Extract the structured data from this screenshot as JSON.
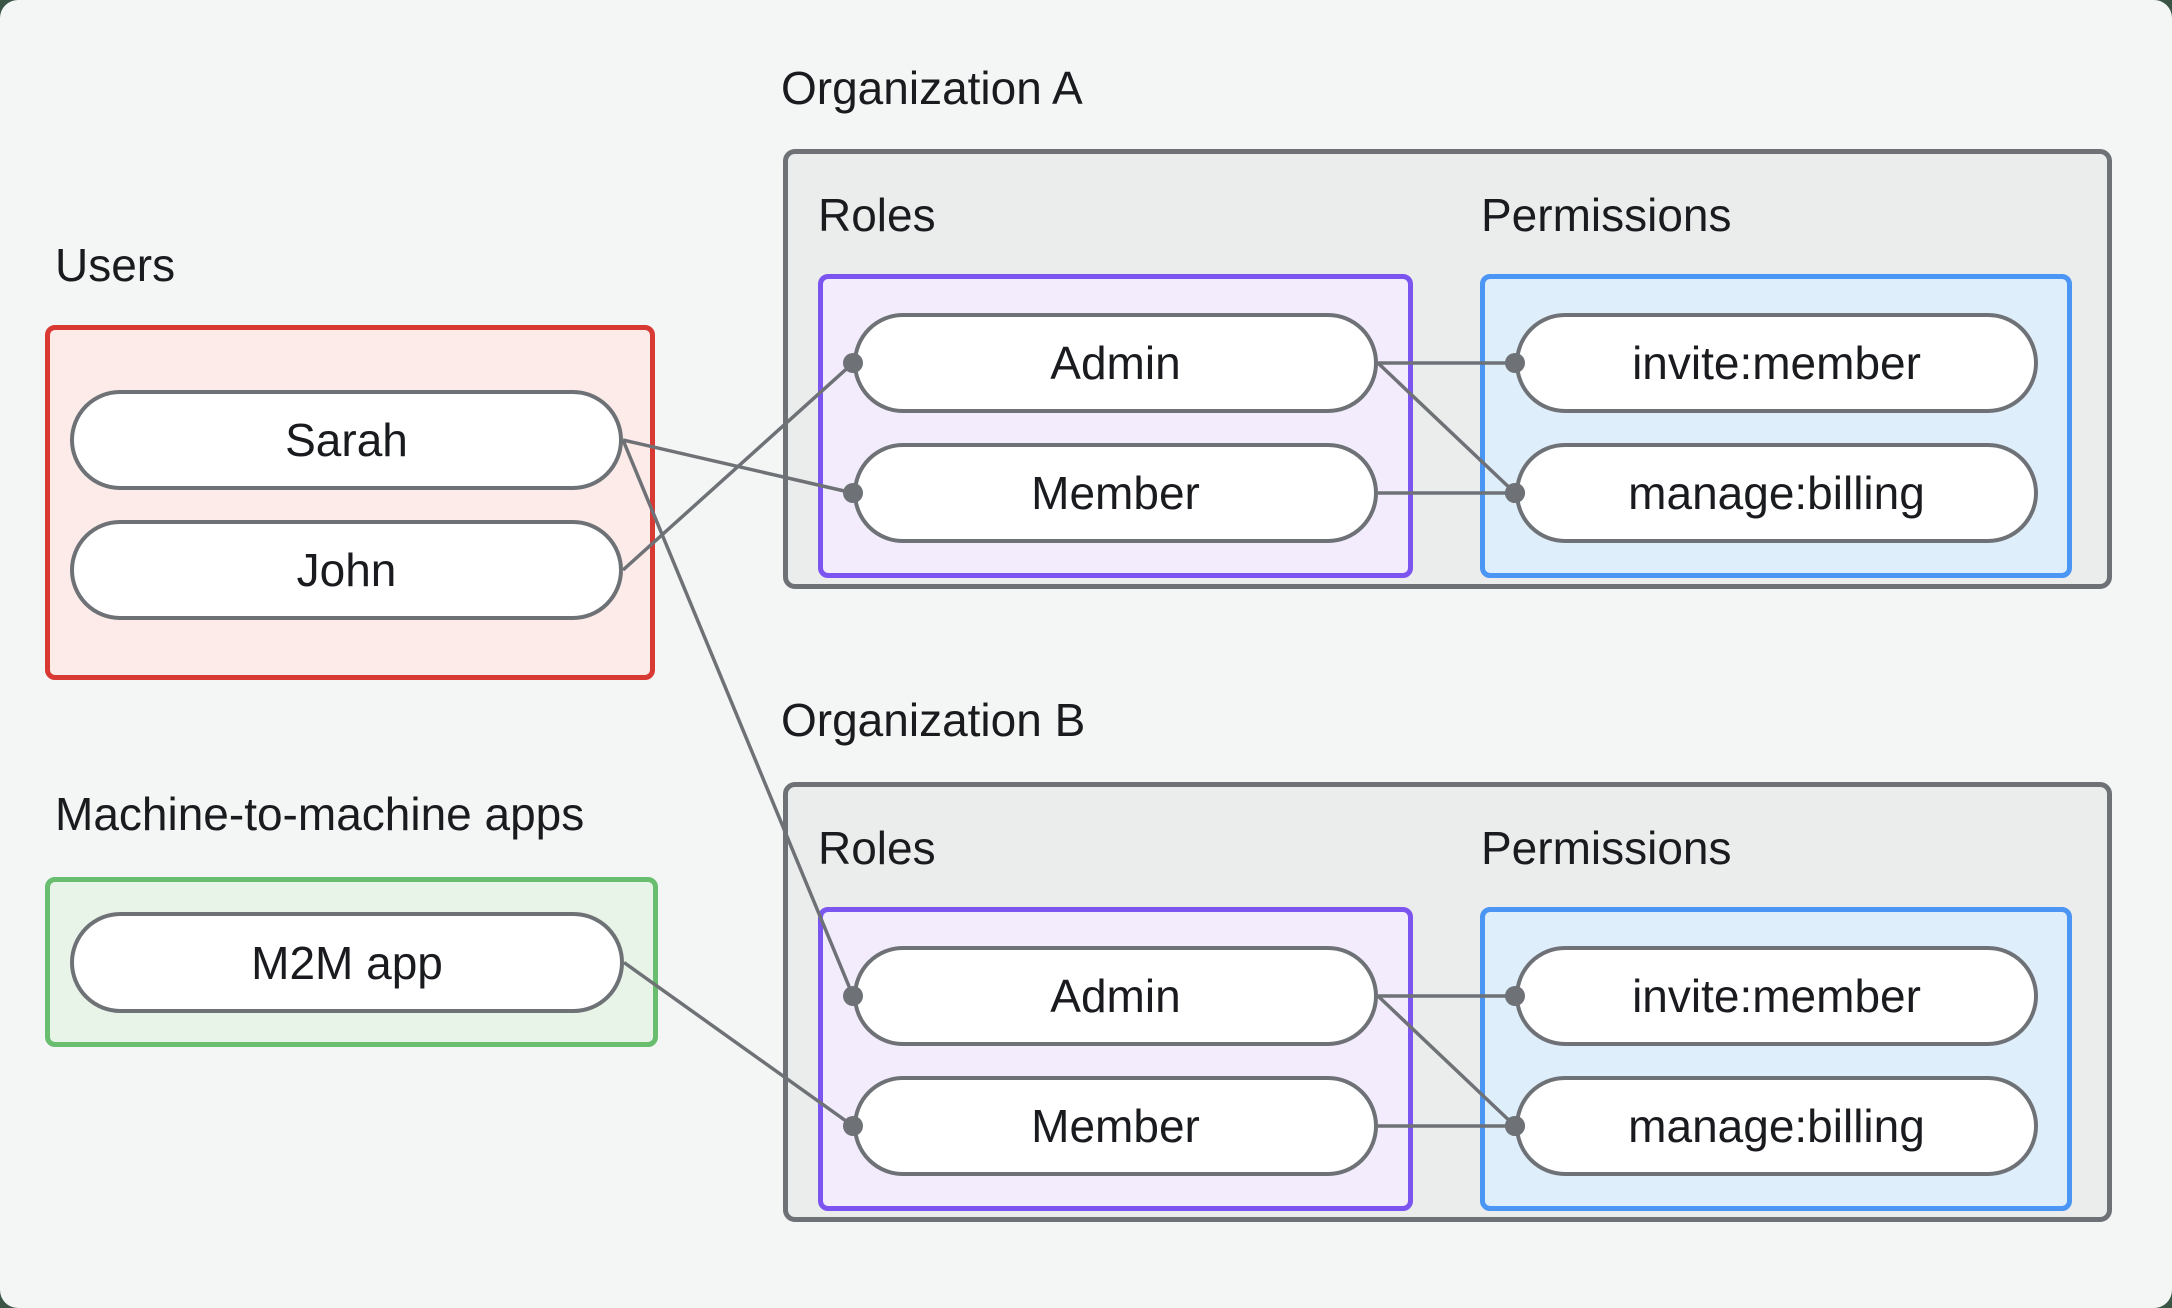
{
  "frame": {
    "outer_bg": "#3a5446",
    "canvas_bg": "#f4f6f5"
  },
  "users_group": {
    "label": "Users",
    "border_color": "#d83a33",
    "fill_color": "#fcebe9",
    "items": [
      {
        "id": "user-sarah",
        "label": "Sarah"
      },
      {
        "id": "user-john",
        "label": "John"
      }
    ]
  },
  "m2m_group": {
    "label": "Machine-to-machine apps",
    "border_color": "#68bd6e",
    "fill_color": "#e9f4e9",
    "items": [
      {
        "id": "app-m2m",
        "label": "M2M app"
      }
    ]
  },
  "org_a": {
    "title": "Organization A",
    "roles_label": "Roles",
    "permissions_label": "Permissions",
    "roles": [
      {
        "id": "orgA-role-admin",
        "label": "Admin"
      },
      {
        "id": "orgA-role-member",
        "label": "Member"
      }
    ],
    "permissions": [
      {
        "id": "orgA-perm-invite",
        "label": "invite:member"
      },
      {
        "id": "orgA-perm-manage",
        "label": "manage:billing"
      }
    ]
  },
  "org_b": {
    "title": "Organization B",
    "roles_label": "Roles",
    "permissions_label": "Permissions",
    "roles": [
      {
        "id": "orgB-role-admin",
        "label": "Admin"
      },
      {
        "id": "orgB-role-member",
        "label": "Member"
      }
    ],
    "permissions": [
      {
        "id": "orgB-perm-invite",
        "label": "invite:member"
      },
      {
        "id": "orgB-perm-manage",
        "label": "manage:billing"
      }
    ]
  },
  "colors": {
    "org_border": "#6e7276",
    "org_fill": "#ebedec",
    "roles_border": "#7c55f1",
    "roles_fill": "#f2ecfc",
    "permissions_border": "#4b95f5",
    "permissions_fill": "#dfeefb",
    "pill_border": "#6e7276",
    "pill_fill": "#ffffff",
    "connector": "#6e7276",
    "text": "#191b1e"
  },
  "diagram": {
    "edges": [
      {
        "from": "user-sarah",
        "to": "orgA-role-member"
      },
      {
        "from": "user-john",
        "to": "orgA-role-admin"
      },
      {
        "from": "user-sarah",
        "to": "orgB-role-admin"
      },
      {
        "from": "app-m2m",
        "to": "orgB-role-member"
      },
      {
        "from": "orgA-role-admin",
        "to": "orgA-perm-invite"
      },
      {
        "from": "orgA-role-admin",
        "to": "orgA-perm-manage"
      },
      {
        "from": "orgA-role-member",
        "to": "orgA-perm-manage"
      },
      {
        "from": "orgB-role-admin",
        "to": "orgB-perm-invite"
      },
      {
        "from": "orgB-role-admin",
        "to": "orgB-perm-manage"
      },
      {
        "from": "orgB-role-member",
        "to": "orgB-perm-manage"
      }
    ]
  }
}
